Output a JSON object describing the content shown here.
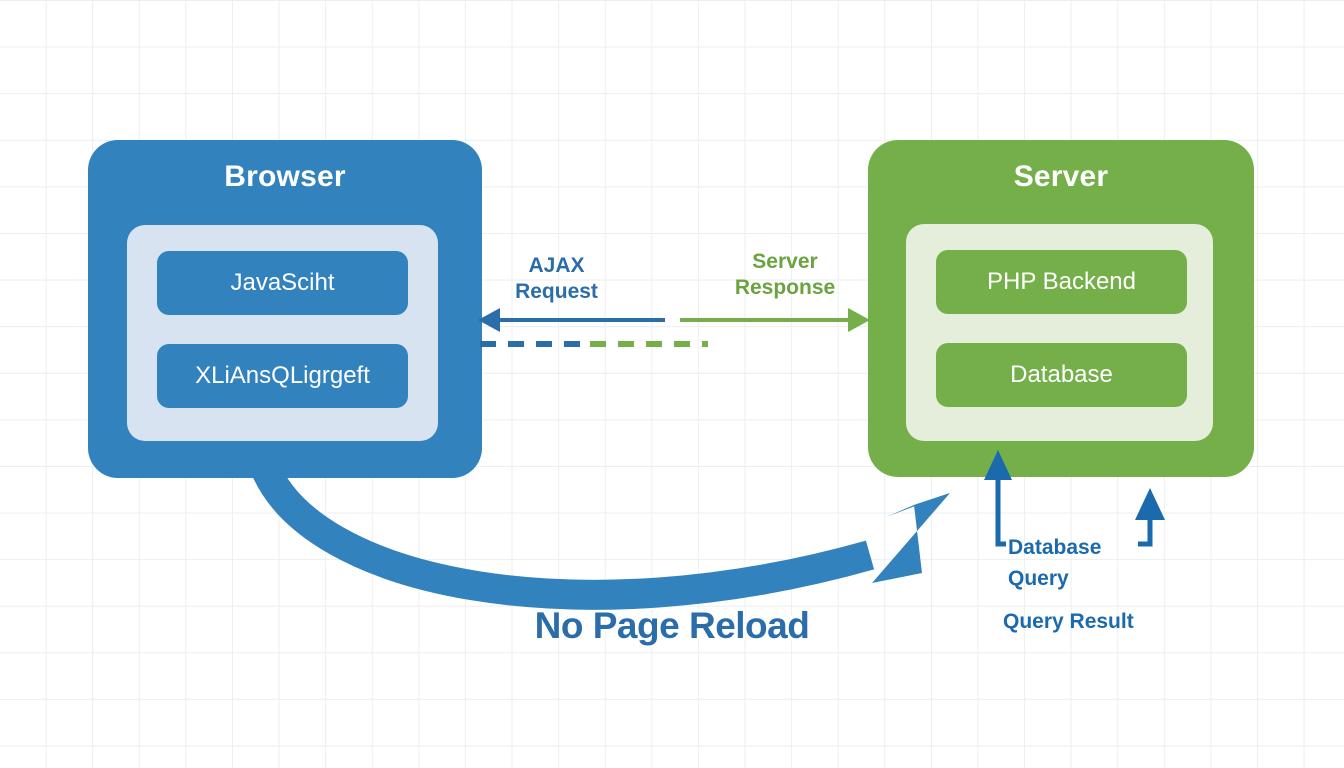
{
  "diagram": {
    "title_hidden": "",
    "background": {
      "grid": true,
      "grid_color": "#eceef0",
      "page_color": "#ffffff"
    },
    "colors": {
      "browser_blue": "#3182bd",
      "server_green": "#74af4a",
      "browser_panel": "#d7e3f1",
      "server_panel": "#e5eedb",
      "ajax_label_blue": "#2a6da8",
      "response_label_green": "#6aa33f",
      "db_label_blue": "#1b6aad"
    },
    "nodes": [
      {
        "id": "browser",
        "title": "Browser",
        "items": [
          "JavaSciht",
          "XLiAnsQLigrgeft"
        ]
      },
      {
        "id": "server",
        "title": "Server",
        "items": [
          "PHP Backend",
          "Database"
        ]
      }
    ],
    "connectors": [
      {
        "id": "ajax-request",
        "label": "AJAX\nRequest",
        "color": "#2a6da8",
        "direction": "right-to-left",
        "style": "solid"
      },
      {
        "id": "server-response",
        "label": "Server\nResponse",
        "color": "#6aa33f",
        "direction": "left-to-right",
        "style": "solid"
      },
      {
        "id": "dashed-channel",
        "label": "",
        "color_left": "#2a6da8",
        "color_right": "#6aa33f",
        "style": "dashed"
      },
      {
        "id": "database-query",
        "label": "Database\nQuery",
        "color": "#1b6aad",
        "direction": "upward",
        "style": "solid"
      },
      {
        "id": "query-result",
        "label": "Query Result",
        "color": "#1b6aad",
        "direction": "upward",
        "style": "solid"
      },
      {
        "id": "no-page-reload",
        "label": "No Page Reload",
        "color": "#2a6da8",
        "direction": "browser-to-server",
        "style": "thick-curved"
      }
    ]
  }
}
